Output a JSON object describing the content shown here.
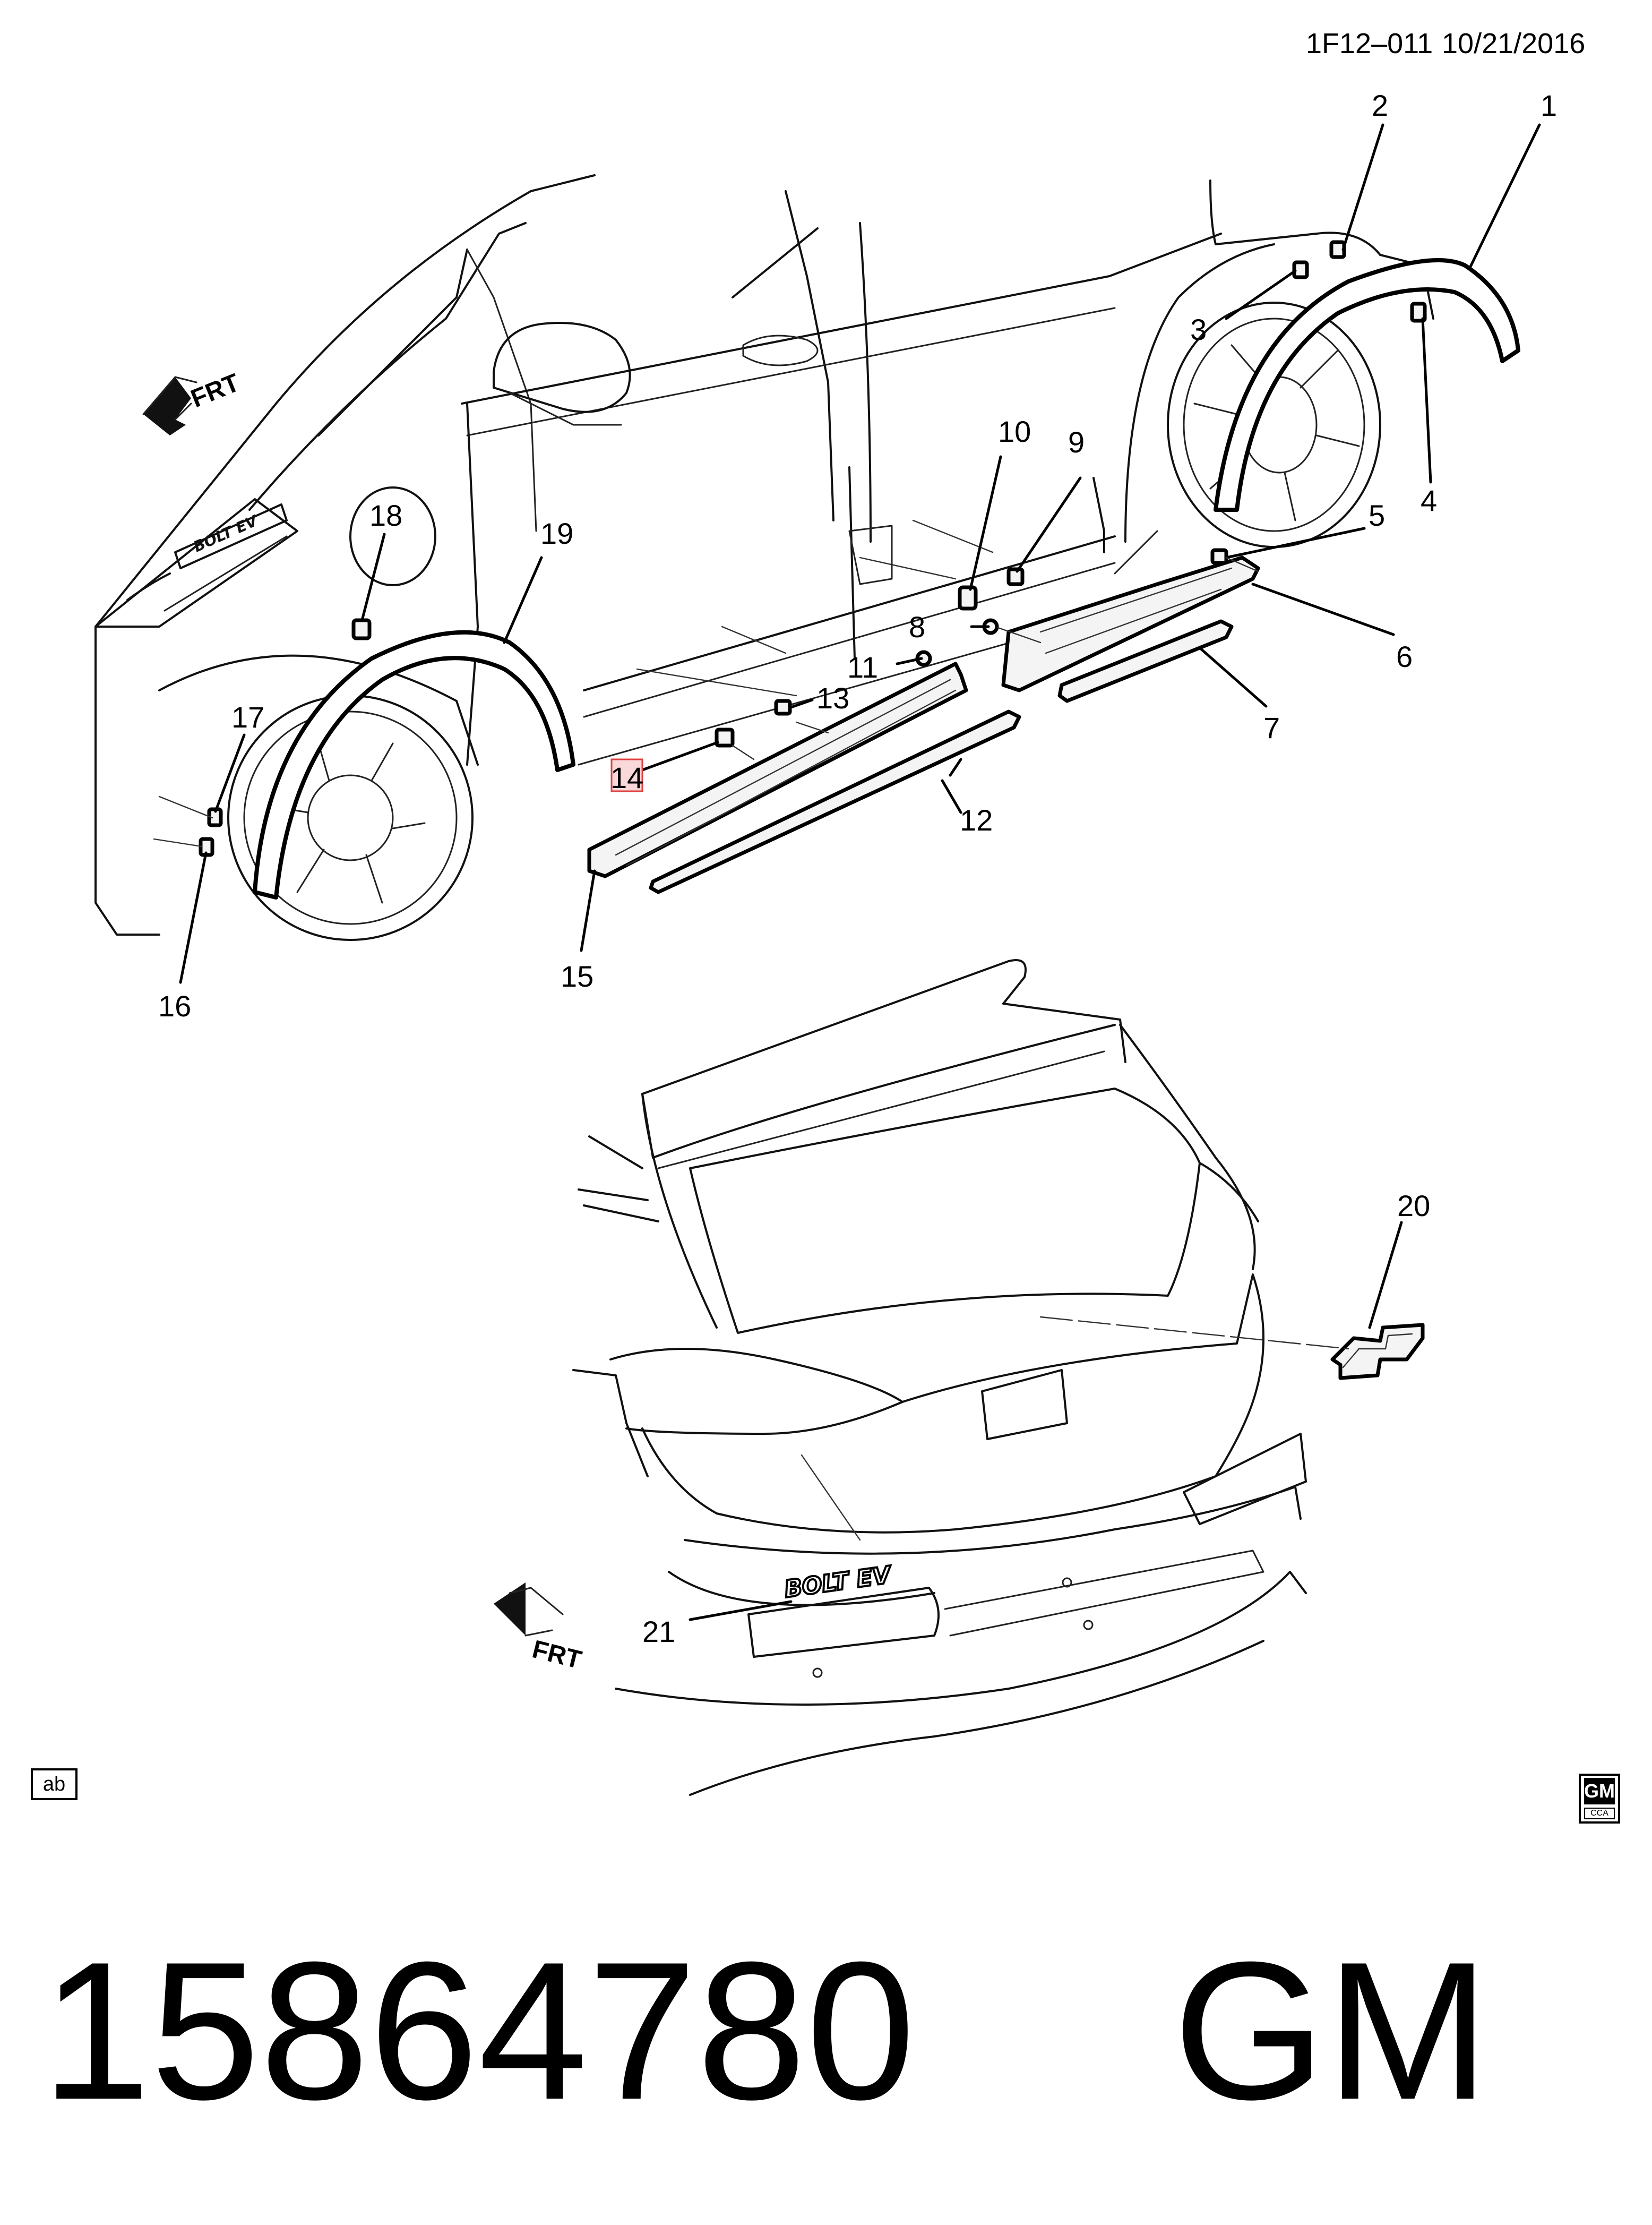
{
  "header": {
    "code": "1F12–011",
    "date": "10/21/2016"
  },
  "frt_label": "FRT",
  "badge_text": "BOLT EV",
  "callouts": [
    "1",
    "2",
    "3",
    "4",
    "5",
    "6",
    "7",
    "8",
    "9",
    "10",
    "11",
    "12",
    "13",
    "14",
    "15",
    "16",
    "17",
    "18",
    "19",
    "20",
    "21"
  ],
  "highlighted_callout": "14",
  "highlight_color": "#e04040",
  "footer": {
    "ab": "ab",
    "logo_gm": "GM",
    "logo_cca": "CCA"
  },
  "part_number": {
    "number": "15864780",
    "brand": "GM"
  }
}
